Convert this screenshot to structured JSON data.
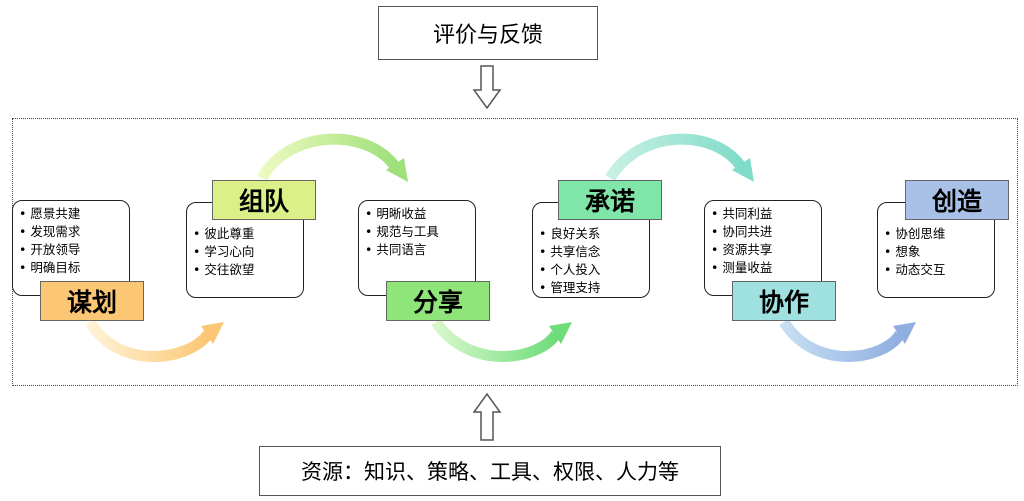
{
  "top": {
    "label": "评价与反馈"
  },
  "bottom": {
    "label": "资源：知识、策略、工具、权限、人力等"
  },
  "stages": [
    {
      "title": "谋划",
      "color": "#fcc774",
      "items": [
        "愿景共建",
        "发现需求",
        "开放领导",
        "明确目标"
      ]
    },
    {
      "title": "组队",
      "color": "#dcf08a",
      "items": [
        "彼此尊重",
        "学习心向",
        "交往欲望"
      ]
    },
    {
      "title": "分享",
      "color": "#8fe47a",
      "items": [
        "明晰收益",
        "规范与工具",
        "共同语言"
      ]
    },
    {
      "title": "承诺",
      "color": "#7fe5a8",
      "items": [
        "良好关系",
        "共享信念",
        "个人投入",
        "管理支持"
      ]
    },
    {
      "title": "协作",
      "color": "#9fe0e0",
      "items": [
        "共同利益",
        "协同共进",
        "资源共享",
        "测量收益"
      ]
    },
    {
      "title": "创造",
      "color": "#a9c1e6",
      "items": [
        "协创思维",
        "想象",
        "动态交互"
      ]
    }
  ],
  "icons": {
    "down_arrow": "hollow-down-arrow-icon",
    "up_arrow": "hollow-up-arrow-icon"
  }
}
